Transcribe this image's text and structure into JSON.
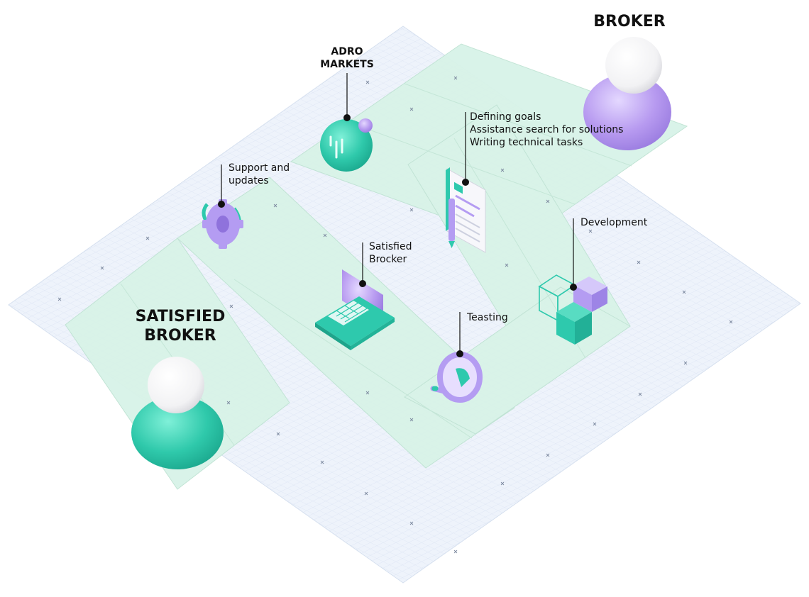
{
  "actors": {
    "broker": {
      "title": "BROKER",
      "color": "#b79af0"
    },
    "satisfied_broker": {
      "line1": "SATISFIED",
      "line2": "BROKER",
      "color": "#3fd0b4"
    },
    "adro_markets": {
      "line1": "ADRO",
      "line2": "MARKETS"
    }
  },
  "steps": {
    "goals": {
      "line1": "Defining goals",
      "line2": "Assistance search  for solutions",
      "line3": "Writing technical tasks"
    },
    "support": {
      "line1": "Support and",
      "line2": "updates"
    },
    "satisfied": {
      "line1": "Satisfied",
      "line2": "Brocker"
    },
    "development": {
      "line1": "Development"
    },
    "testing": {
      "line1": "Teasting"
    }
  },
  "colors": {
    "grid_bg": "#eef3fb",
    "path_fill": "#dcf3ea",
    "teal": "#2ec9ad",
    "purple": "#b49cf2",
    "text": "#111111"
  }
}
